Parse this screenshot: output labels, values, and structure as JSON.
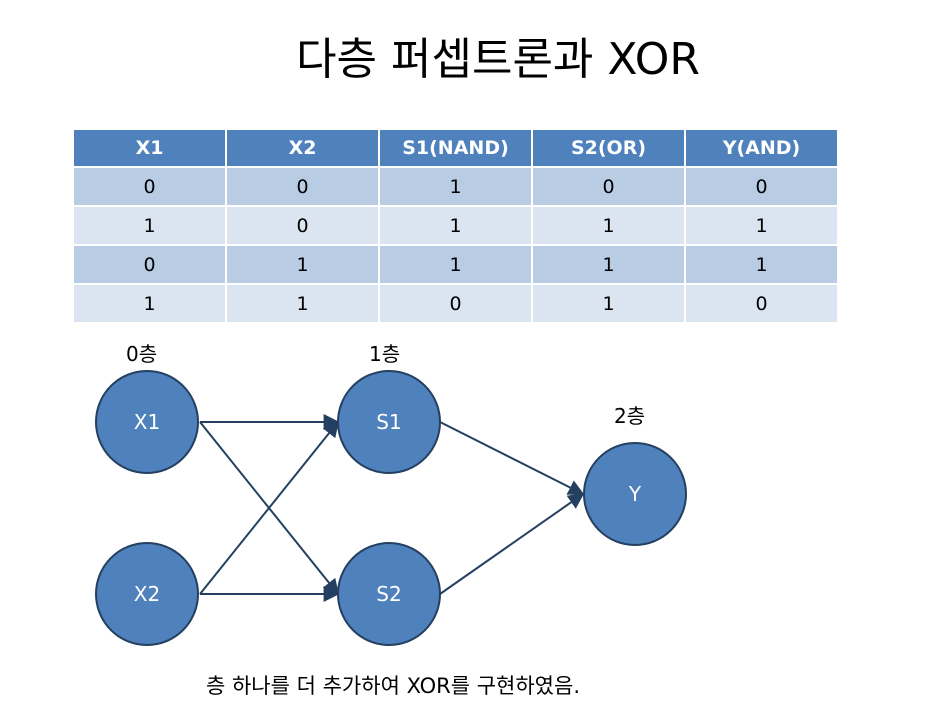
{
  "title": "다층 퍼셉트론과 XOR",
  "table": {
    "headers": [
      "X1",
      "X2",
      "S1(NAND)",
      "S2(OR)",
      "Y(AND)"
    ],
    "rows": [
      [
        "0",
        "0",
        "1",
        "0",
        "0"
      ],
      [
        "1",
        "0",
        "1",
        "1",
        "1"
      ],
      [
        "0",
        "1",
        "1",
        "1",
        "1"
      ],
      [
        "1",
        "1",
        "0",
        "1",
        "0"
      ]
    ]
  },
  "diagram": {
    "layers": [
      "0층",
      "1층",
      "2층"
    ],
    "nodes": {
      "x1": "X1",
      "x2": "X2",
      "s1": "S1",
      "s2": "S2",
      "y": "Y"
    },
    "node_fill": "#4f81bd",
    "node_stroke": "#243f60",
    "edge_color": "#243f60"
  },
  "caption": "층 하나를 더 추가하여 XOR를 구현하였음."
}
